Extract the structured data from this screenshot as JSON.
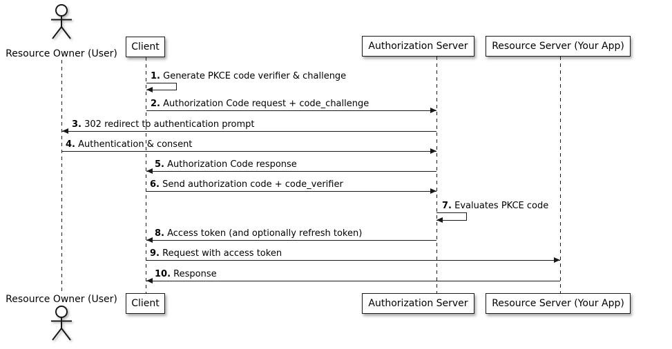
{
  "diagram": {
    "participants": [
      {
        "id": "user",
        "label": "Resource Owner (User)",
        "type": "actor"
      },
      {
        "id": "client",
        "label": "Client",
        "type": "box"
      },
      {
        "id": "auth",
        "label": "Authorization Server",
        "type": "box"
      },
      {
        "id": "resource",
        "label": "Resource Server (Your App)",
        "type": "box"
      }
    ],
    "messages": [
      {
        "num": "1.",
        "text": "Generate PKCE code verifier & challenge",
        "from": "client",
        "to": "client",
        "kind": "self"
      },
      {
        "num": "2.",
        "text": "Authorization Code request + code_challenge",
        "from": "client",
        "to": "auth",
        "kind": "arrow"
      },
      {
        "num": "3.",
        "text": "302 redirect to authentication prompt",
        "from": "auth",
        "to": "user",
        "kind": "arrow"
      },
      {
        "num": "4.",
        "text": "Authentication & consent",
        "from": "user",
        "to": "auth",
        "kind": "arrow"
      },
      {
        "num": "5.",
        "text": "Authorization Code response",
        "from": "auth",
        "to": "client",
        "kind": "arrow"
      },
      {
        "num": "6.",
        "text": "Send authorization code + code_verifier",
        "from": "client",
        "to": "auth",
        "kind": "arrow"
      },
      {
        "num": "7.",
        "text": "Evaluates PKCE code",
        "from": "auth",
        "to": "auth",
        "kind": "self"
      },
      {
        "num": "8.",
        "text": "Access token (and optionally refresh token)",
        "from": "auth",
        "to": "client",
        "kind": "arrow"
      },
      {
        "num": "9.",
        "text": "Request with access token",
        "from": "client",
        "to": "resource",
        "kind": "arrow"
      },
      {
        "num": "10.",
        "text": "Response",
        "from": "resource",
        "to": "client",
        "kind": "arrow"
      }
    ],
    "colors": {
      "line": "#181818",
      "box_fill": "#fefefe",
      "box_border": "#181818",
      "text": "#000000",
      "background": "#ffffff"
    }
  }
}
